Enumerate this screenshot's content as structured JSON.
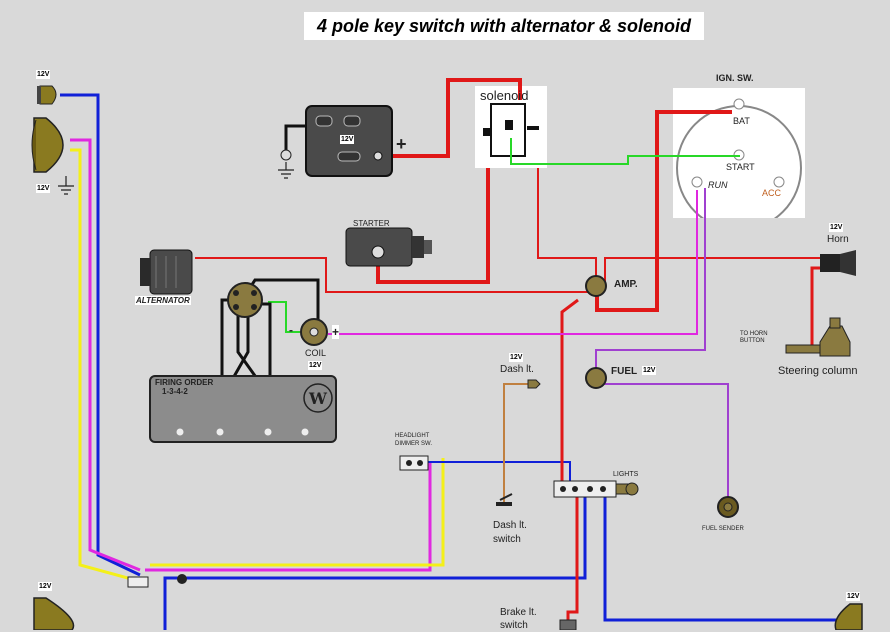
{
  "title": "4 pole key switch with alternator & solenoid",
  "labels": {
    "solenoid": "solenoid",
    "ign_sw": "IGN. SW.",
    "bat": "BAT",
    "start": "START",
    "run": "RUN",
    "acc": "ACC",
    "starter": "STARTER",
    "alternator": "ALTERNATOR",
    "coil": "COIL",
    "coil_minus": "-",
    "coil_plus": "+",
    "plus": "+",
    "firing_order": "FIRING ORDER",
    "firing_seq": "1-3-4-2",
    "amp": "AMP.",
    "horn": "Horn",
    "to_horn_button": "TO HORN\nBUTTON",
    "steering_column": "Steering column",
    "dash_lt": "Dash lt.",
    "fuel": "FUEL",
    "headlight_dimmer": "HEADLIGHT\nDIMMER SW.",
    "lights": "LIGHTS",
    "dash_lt_switch": "Dash lt.\nswitch",
    "fuel_sender": "FUEL SENDER",
    "brake_lt_switch": "Brake lt.\nswitch",
    "v12": "12V"
  },
  "colors": {
    "background": "#d9d9d9",
    "wire_red": "#e01818",
    "wire_blue": "#1020d8",
    "wire_magenta": "#e028e0",
    "wire_yellow": "#f4f018",
    "wire_green": "#28d828",
    "wire_purple": "#a040d0",
    "wire_black": "#111111",
    "wire_brown": "#c08040",
    "lamp_olive": "#8a7a20",
    "distributor": "#8a7a40",
    "gray_part": "#8c8c8c"
  }
}
